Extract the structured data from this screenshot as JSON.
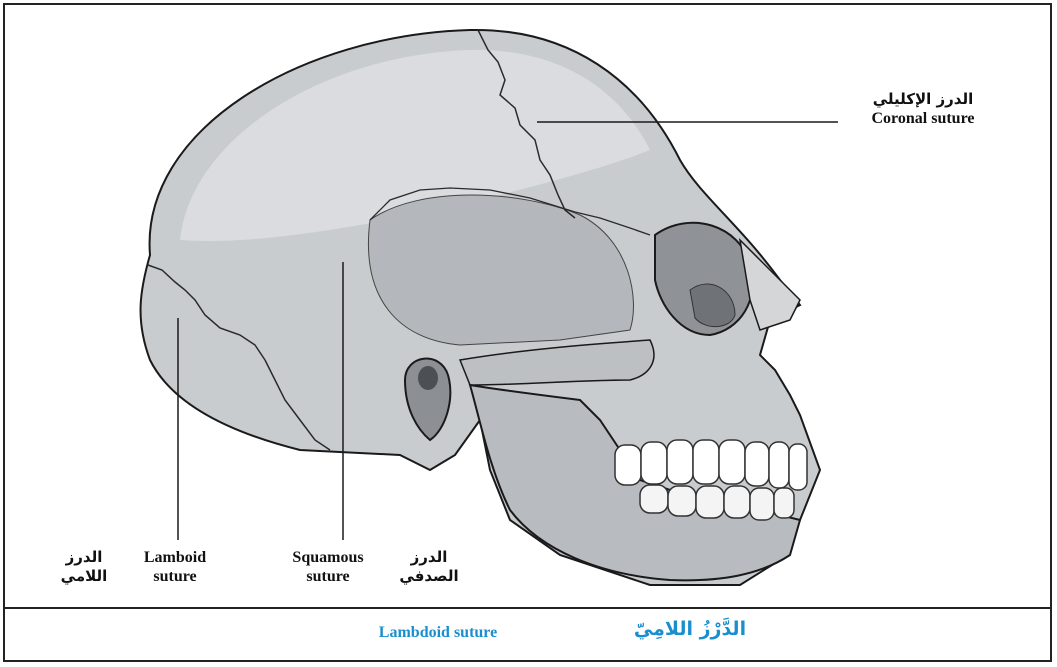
{
  "labels": {
    "coronal": {
      "ar": "الدرز الإكليلي",
      "en": "Coronal suture"
    },
    "lamboid": {
      "ar_line1": "الدرز",
      "ar_line2": "اللامي",
      "en_line1": "Lamboid",
      "en_line2": "suture"
    },
    "squamous": {
      "en_line1": "Squamous",
      "en_line2": "suture",
      "ar_line1": "الدرز",
      "ar_line2": "الصدفي"
    }
  },
  "footer": {
    "term_en": "Lambdoid suture",
    "term_ar": "الدَّرْزُ اللامِيّ"
  },
  "colors": {
    "bone": "#c9cccf",
    "bone_dark": "#a9adb1",
    "bone_light": "#dee0e2",
    "outline": "#1a1a1a",
    "accent": "#1a8fd0"
  }
}
